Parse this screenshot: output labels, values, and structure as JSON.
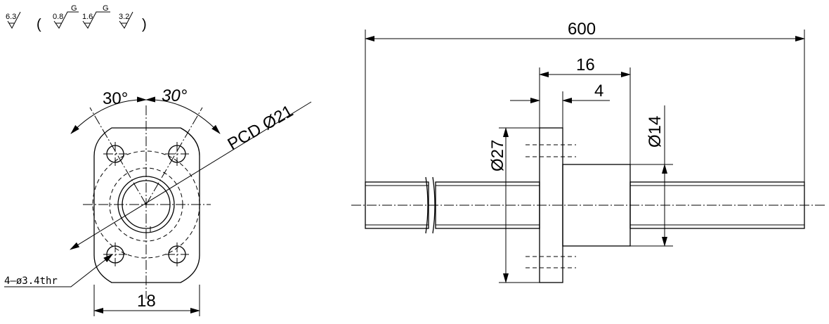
{
  "surface_finish": {
    "main_value": "6.3",
    "open_paren": "(",
    "items": [
      {
        "value": "0.8",
        "grade": "G"
      },
      {
        "value": "1.6",
        "grade": "G"
      },
      {
        "value": "3.2",
        "grade": ""
      }
    ],
    "close_paren": ")"
  },
  "front_view": {
    "angle_left": "30°",
    "angle_right": "30°",
    "pcd_label": "PCD Ø21",
    "hole_note": "4–ø3.4thr",
    "width_dim": "18"
  },
  "side_view": {
    "length_dim": "600",
    "nut_length_dim": "16",
    "flange_thickness_dim": "4",
    "flange_diameter_dim": "Ø27",
    "nut_diameter_dim": "Ø14"
  }
}
